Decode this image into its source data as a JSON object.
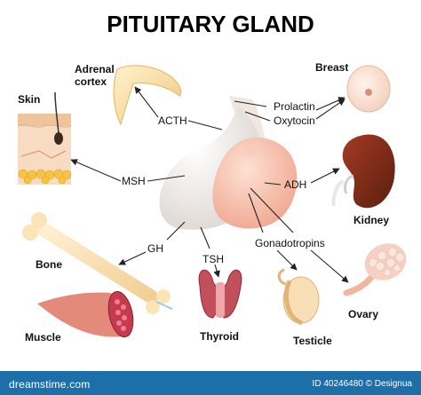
{
  "title": "PITUITARY GLAND",
  "organs": {
    "adrenal_cortex_line1": "Adrenal",
    "adrenal_cortex_line2": "cortex",
    "skin": "Skin",
    "bone": "Bone",
    "muscle": "Muscle",
    "thyroid": "Thyroid",
    "testicle": "Testicle",
    "ovary": "Ovary",
    "kidney": "Kidney",
    "breast": "Breast"
  },
  "hormones": {
    "prolactin": "Prolactin",
    "oxytocin": "Oxytocin",
    "acth": "ACTH",
    "msh": "MSH",
    "adh": "ADH",
    "gh": "GH",
    "tsh": "TSH",
    "gonadotropins": "Gonadotropins"
  },
  "footer": {
    "site_name": "dreamstime.com",
    "image_id": "ID 40246480 © Designua"
  },
  "colors": {
    "pituitary_anterior": "#eeeae6",
    "pituitary_posterior": "#f4b8a2",
    "footer_bg": "#1c6fa8",
    "arrow": "#222222"
  },
  "icons": [
    "adrenal-cortex-illustration",
    "skin-cross-section-illustration",
    "bone-illustration",
    "muscle-illustration",
    "thyroid-illustration",
    "testicle-illustration",
    "ovary-illustration",
    "kidney-illustration",
    "breast-illustration"
  ]
}
